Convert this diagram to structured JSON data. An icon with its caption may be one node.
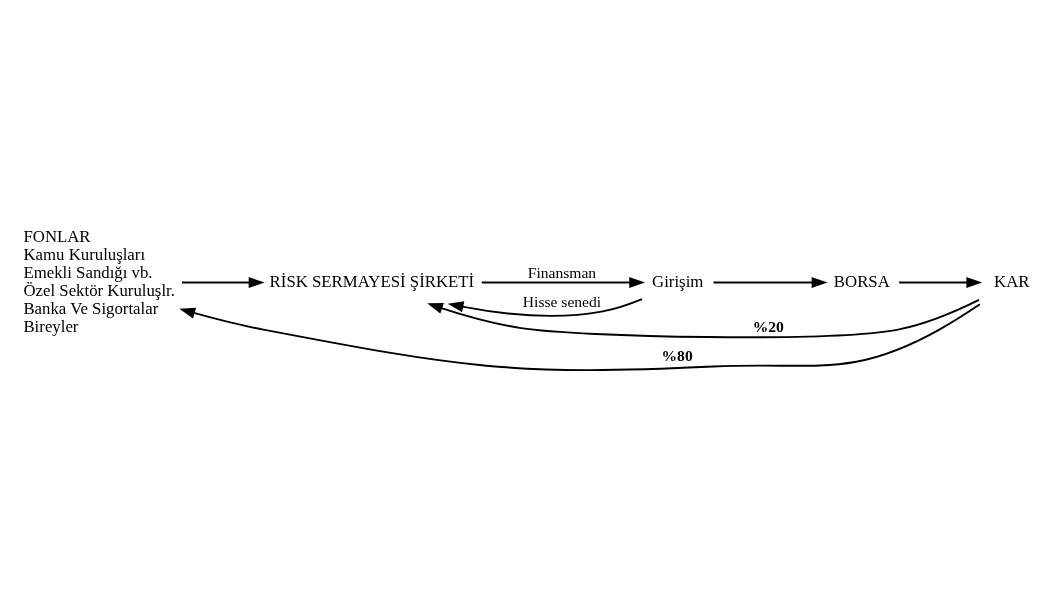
{
  "diagram": {
    "nodes": [
      {
        "text": [
          "FONLAR",
          "Kamu Kuruluşları",
          "Emekli Sandığı vb.",
          "Özel Sektör Kuruluşlr.",
          "Banka Ve Sigortalar",
          "Bireyler"
        ]
      },
      {
        "text": [
          "RİSK SERMAYESİ ŞİRKETİ"
        ]
      },
      {
        "text": [
          "Girişim"
        ]
      },
      {
        "text": [
          "BORSA"
        ]
      },
      {
        "text": [
          "KAR"
        ]
      }
    ],
    "edges": [
      {
        "from": 0,
        "to": 1,
        "arrow": "to"
      },
      {
        "from": 1,
        "to": 2,
        "arrow": "to",
        "label": "Finansman"
      },
      {
        "from": 2,
        "to": 1,
        "arrow": "to",
        "label": "Hisse senedi"
      },
      {
        "from": 2,
        "to": 3,
        "arrow": "to"
      },
      {
        "from": 3,
        "to": 4,
        "arrow": "to"
      },
      {
        "from": 4,
        "to": 0,
        "arrow": "to",
        "label": "%80"
      },
      {
        "from": 4,
        "to": 1,
        "arrow": "to",
        "label": "%20"
      }
    ]
  }
}
